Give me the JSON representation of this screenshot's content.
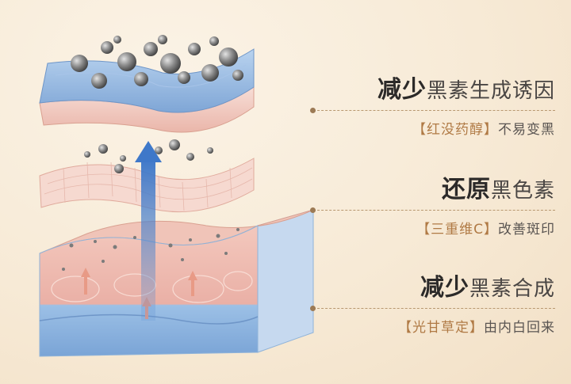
{
  "claims": [
    {
      "title_emphasis": "减少",
      "title_rest": "黑素生成诱因",
      "tag": "【红没药醇】",
      "desc": "不易变黑"
    },
    {
      "title_emphasis": "还原",
      "title_rest": "黑色素",
      "tag": "【三重维C】",
      "desc": "改善斑印"
    },
    {
      "title_emphasis": "减少",
      "title_rest": "黑素合成",
      "tag": "【光甘草定】",
      "desc": "由内白回来"
    }
  ],
  "colors": {
    "accent": "#b07a45",
    "title": "#2c2a29",
    "rule": "#b89870",
    "skin_pink": "#f2c9c0",
    "skin_blue": "#8fb3d9"
  },
  "icons": [
    "melanin-particle-icon",
    "upward-arrow-icon"
  ]
}
